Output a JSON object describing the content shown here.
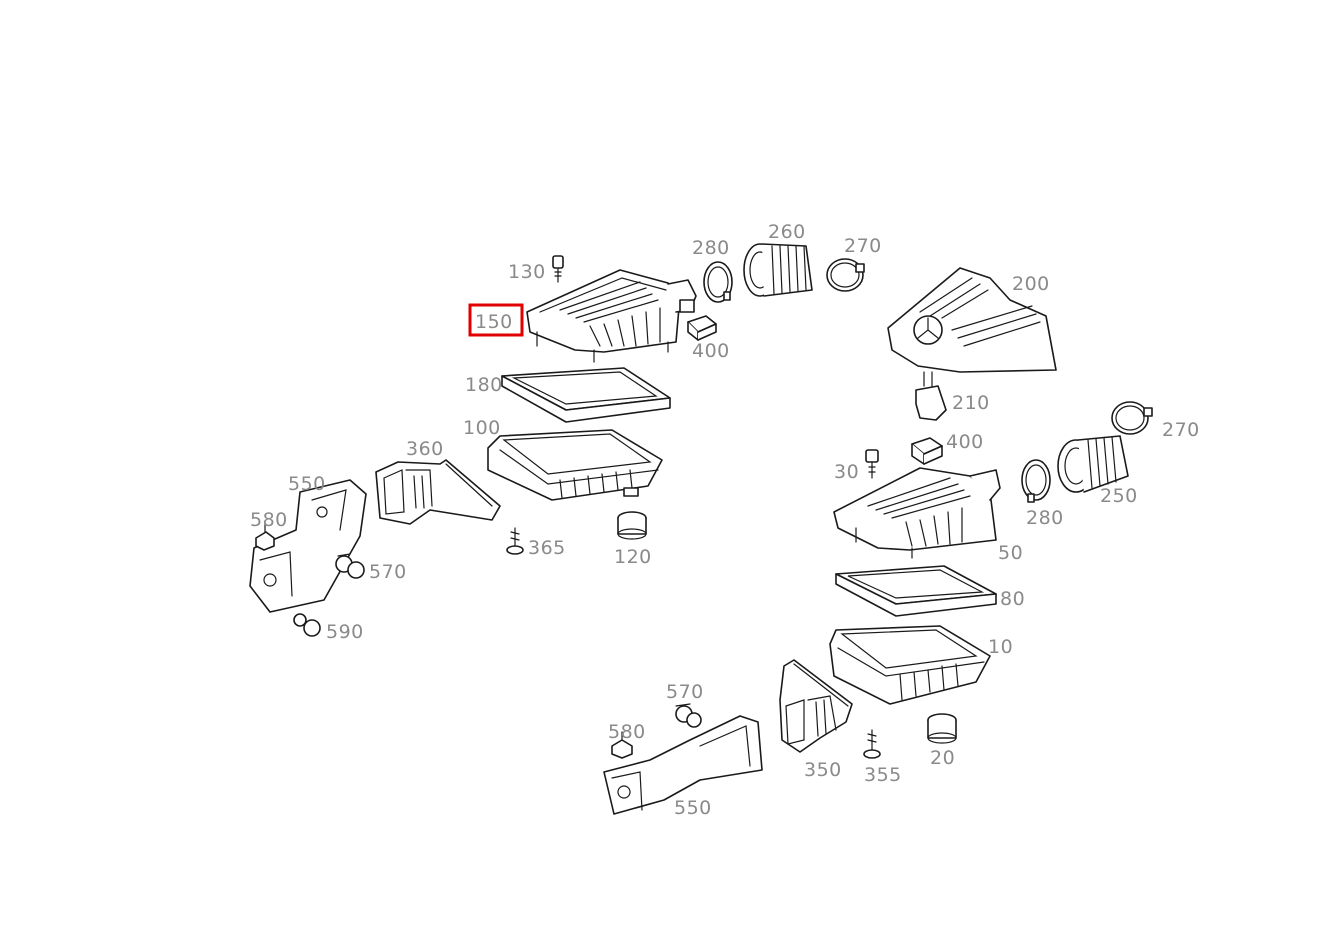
{
  "diagram": {
    "highlight_color": "#e00000",
    "line_color": "#1a1a1a",
    "label_color": "#8a8a8a",
    "highlighted_callout": "150",
    "callouts": {
      "c130": "130",
      "c150": "150",
      "c280a": "280",
      "c260": "260",
      "c270a": "270",
      "c400a": "400",
      "c200": "200",
      "c180": "180",
      "c210": "210",
      "c100": "100",
      "c360": "360",
      "c550a": "550",
      "c580a": "580",
      "c570a": "570",
      "c590": "590",
      "c365": "365",
      "c120": "120",
      "c400b": "400",
      "c270b": "270",
      "c30": "30",
      "c280b": "280",
      "c250": "250",
      "c50": "50",
      "c80": "80",
      "c10": "10",
      "c570b": "570",
      "c580b": "580",
      "c350": "350",
      "c355": "355",
      "c20": "20",
      "c550b": "550"
    }
  }
}
